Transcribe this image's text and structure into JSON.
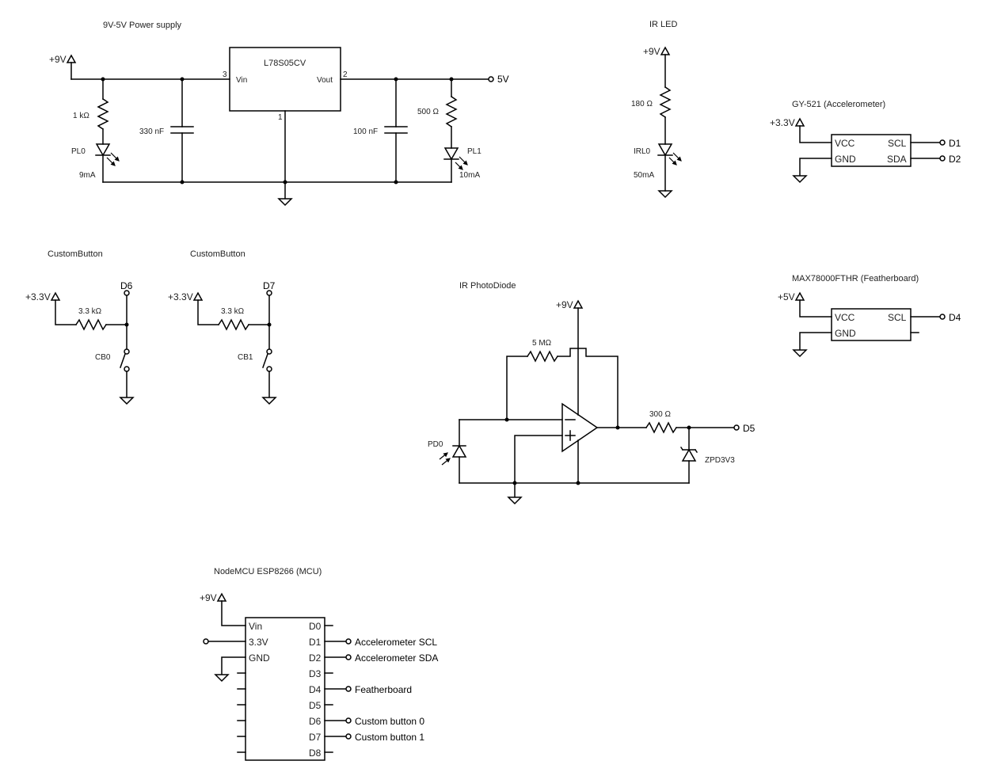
{
  "power_supply": {
    "title": "9V-5V Power supply",
    "vin": "+9V",
    "regulator": "L78S05CV",
    "pin_vin": "Vin",
    "pin_vout": "Vout",
    "pin3": "3",
    "pin2": "2",
    "pin1": "1",
    "r1": "1 kΩ",
    "c1": "330 nF",
    "c2": "100 nF",
    "r2": "500 Ω",
    "led0": "PL0",
    "led0_current": "9mA",
    "led1": "PL1",
    "led1_current": "10mA",
    "out": "5V"
  },
  "ir_led": {
    "title": "IR LED",
    "vin": "+9V",
    "r": "180 Ω",
    "led": "IRL0",
    "current": "50mA"
  },
  "accelerometer": {
    "title": "GY-521 (Accelerometer)",
    "vin": "+3.3V",
    "vcc": "VCC",
    "gnd": "GND",
    "scl": "SCL",
    "sda": "SDA",
    "net_scl": "D1",
    "net_sda": "D2"
  },
  "button0": {
    "title": "CustomButton",
    "vin": "+3.3V",
    "r": "3.3 kΩ",
    "name": "CB0",
    "net": "D6"
  },
  "button1": {
    "title": "CustomButton",
    "vin": "+3.3V",
    "r": "3.3 kΩ",
    "name": "CB1",
    "net": "D7"
  },
  "photodiode": {
    "title": "IR PhotoDiode",
    "vin": "+9V",
    "rf": "5 MΩ",
    "r_out": "300 Ω",
    "pd": "PD0",
    "zener": "ZPD3V3",
    "net": "D5"
  },
  "featherboard": {
    "title": "MAX78000FTHR (Featherboard)",
    "vin": "+5V",
    "vcc": "VCC",
    "gnd": "GND",
    "scl": "SCL",
    "net_scl": "D4"
  },
  "mcu": {
    "title": "NodeMCU ESP8266 (MCU)",
    "vin_net": "+9V",
    "left_pins": [
      "Vin",
      "3.3V",
      "GND"
    ],
    "right_pins": [
      "D0",
      "D1",
      "D2",
      "D3",
      "D4",
      "D5",
      "D6",
      "D7",
      "D8"
    ],
    "conn_d1": "Accelerometer SCL",
    "conn_d2": "Accelerometer SDA",
    "conn_d4": "Featherboard",
    "conn_d6": "Custom button 0",
    "conn_d7": "Custom button 1"
  }
}
